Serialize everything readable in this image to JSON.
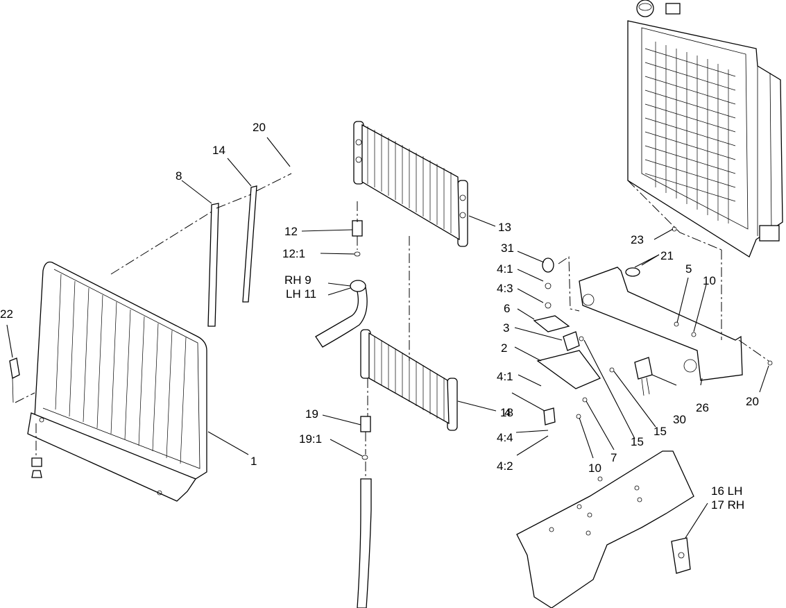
{
  "callouts": {
    "c1": "1",
    "c2": "2",
    "c3": "3",
    "c4": "4",
    "c4_1a": "4:1",
    "c4_1b": "4:1",
    "c4_2": "4:2",
    "c4_3": "4:3",
    "c4_4": "4:4",
    "c5": "5",
    "c6": "6",
    "c7": "7",
    "c8": "8",
    "c9_rh": "RH  9",
    "c11_lh": "LH  11",
    "c10a": "10",
    "c10b": "10",
    "c12": "12",
    "c12_1": "12:1",
    "c13": "13",
    "c14": "14",
    "c15a": "15",
    "c15b": "15",
    "c16_lh": "16 LH",
    "c17_rh": "17 RH",
    "c18": "18",
    "c19": "19",
    "c19_1": "19:1",
    "c20a": "20",
    "c20b": "20",
    "c21": "21",
    "c22": "22",
    "c23": "23",
    "c26": "26",
    "c30": "30",
    "c31": "31"
  }
}
